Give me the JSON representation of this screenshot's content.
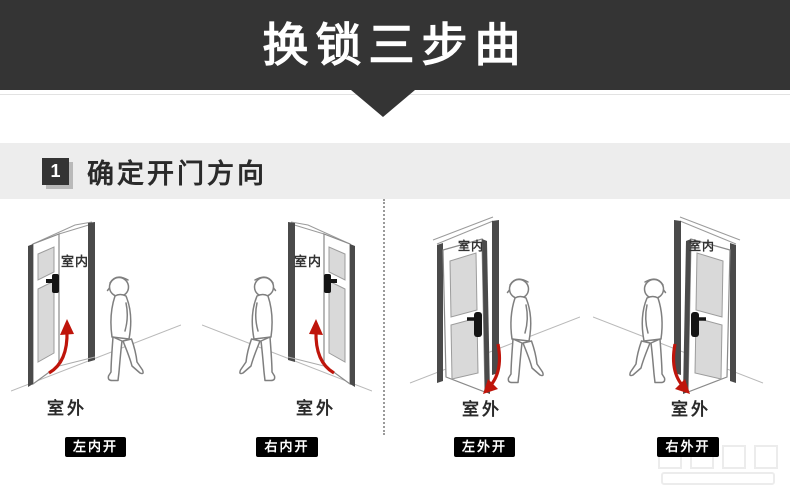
{
  "banner": {
    "title": "换锁三步曲"
  },
  "step": {
    "number": "1",
    "title": "确定开门方向"
  },
  "diagrams": [
    {
      "indoor": "室内",
      "outdoor": "室外",
      "label": "左内开"
    },
    {
      "indoor": "室内",
      "outdoor": "室外",
      "label": "右内开"
    },
    {
      "indoor": "室内",
      "outdoor": "室外",
      "label": "左外开"
    },
    {
      "indoor": "室内",
      "outdoor": "室外",
      "label": "右外开"
    }
  ],
  "colors": {
    "banner_bg": "#343434",
    "band_bg": "#ededed",
    "accent_red": "#bf150b",
    "label_bg": "#000000"
  }
}
